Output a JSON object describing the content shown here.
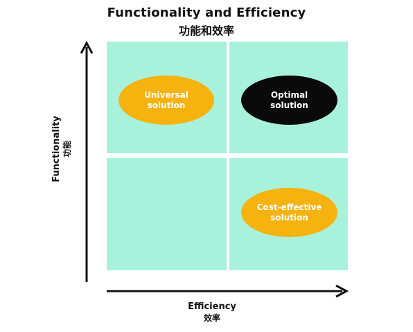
{
  "title": {
    "en": "Functionality and Efficiency",
    "zh": "功能和效率"
  },
  "y_axis": {
    "en": "Functionality",
    "zh": "功能"
  },
  "x_axis": {
    "en": "Efficiency",
    "zh": "效率"
  },
  "quadrants": {
    "top_left": {
      "line1": "Universal",
      "line2": "solution"
    },
    "top_right": {
      "line1": "Optimal",
      "line2": "solution"
    },
    "bottom_right": {
      "line1": "Cost-effective",
      "line2": "solution"
    }
  },
  "colors": {
    "quadrant_fill": "#a8f2dc",
    "ellipse_orange": "#f6b20f",
    "ellipse_black": "#0a0a0a",
    "axis": "#111111"
  }
}
